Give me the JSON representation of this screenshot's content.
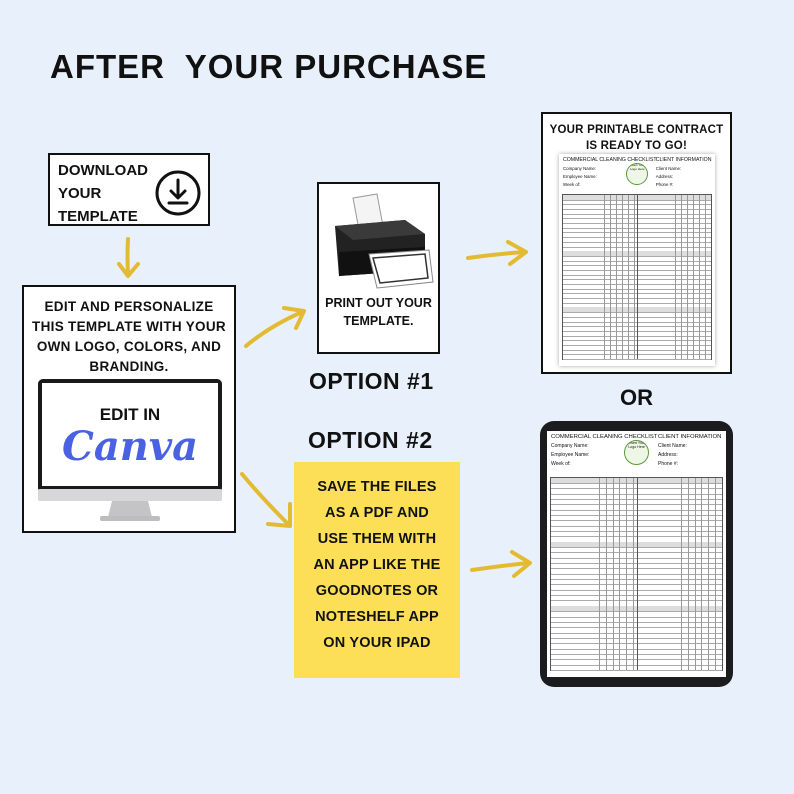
{
  "heading": "AFTER  YOUR PURCHASE",
  "download": {
    "lines": [
      "DOWNLOAD",
      "YOUR",
      "TEMPLATE"
    ]
  },
  "edit": {
    "lines": [
      "EDIT AND PERSONALIZE",
      "THIS TEMPLATE WITH YOUR",
      "OWN LOGO, COLORS, AND",
      "BRANDING."
    ],
    "screen_label": "EDIT IN",
    "brand": "Canva"
  },
  "print": {
    "lines": [
      "PRINT OUT YOUR",
      "TEMPLATE."
    ]
  },
  "option1": "OPTION #1",
  "option2": "OPTION #2",
  "or_label": "OR",
  "ready": {
    "lines": [
      "YOUR PRINTABLE CONTRACT",
      "IS READY TO GO!"
    ]
  },
  "save": {
    "lines": [
      "SAVE THE FILES",
      "AS A PDF AND",
      "USE THEM WITH",
      "AN APP LIKE THE",
      "GOODNOTES OR",
      "NOTESHELF APP",
      "ON YOUR IPAD"
    ]
  },
  "checklist": {
    "title": "COMMERCIAL CLEANING CHECKLIST",
    "client_info": "CLIENT INFORMATION",
    "fields_left": [
      "Company Name:",
      "Employee Name:",
      "Week of:"
    ],
    "fields_right": [
      "Client Name:",
      "Address:",
      "Phone #:"
    ],
    "logo_text": "Insert Your Logo Here"
  },
  "colors": {
    "background": "#e8f0fb",
    "accent_yellow": "#fcdf57",
    "arrow": "#e2bb33",
    "logo_green": "#5a9a3a"
  }
}
